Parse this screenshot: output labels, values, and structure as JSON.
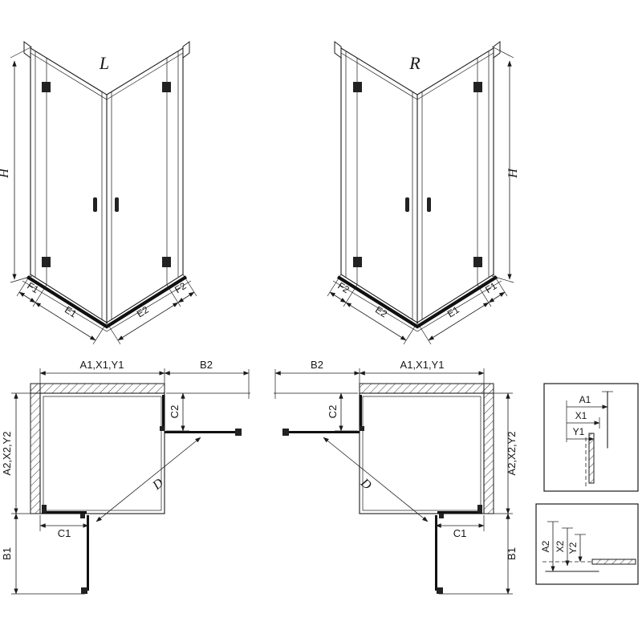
{
  "page": {
    "background": "#ffffff",
    "line_color": "#1b1b1b"
  },
  "views": {
    "front_left": {
      "label": "L",
      "height_dim": "H",
      "bottom_dims": [
        "F1",
        "E1",
        "E2",
        "F2"
      ]
    },
    "front_right": {
      "label": "R",
      "height_dim": "H",
      "bottom_dims": [
        "F2",
        "E2",
        "E1",
        "F1"
      ]
    },
    "plan_left": {
      "top_dim": "A1,X1,Y1",
      "top_right_dim": "B2",
      "right_dim": "C2",
      "left_dim": "A2,X2,Y2",
      "bottom_dim": "C1",
      "bottom_left_dim": "B1",
      "diagonal_dim": "D"
    },
    "plan_right": {
      "top_left_dim": "B2",
      "top_dim": "A1,X1,Y1",
      "left_dim": "C2",
      "right_dim": "A2,X2,Y2",
      "bottom_dim": "C1",
      "bottom_right_dim": "B1",
      "diagonal_dim": "D"
    },
    "detail_top": {
      "dims": [
        "A1",
        "X1",
        "Y1"
      ]
    },
    "detail_bottom": {
      "dims": [
        "A2",
        "X2",
        "Y2"
      ]
    }
  }
}
